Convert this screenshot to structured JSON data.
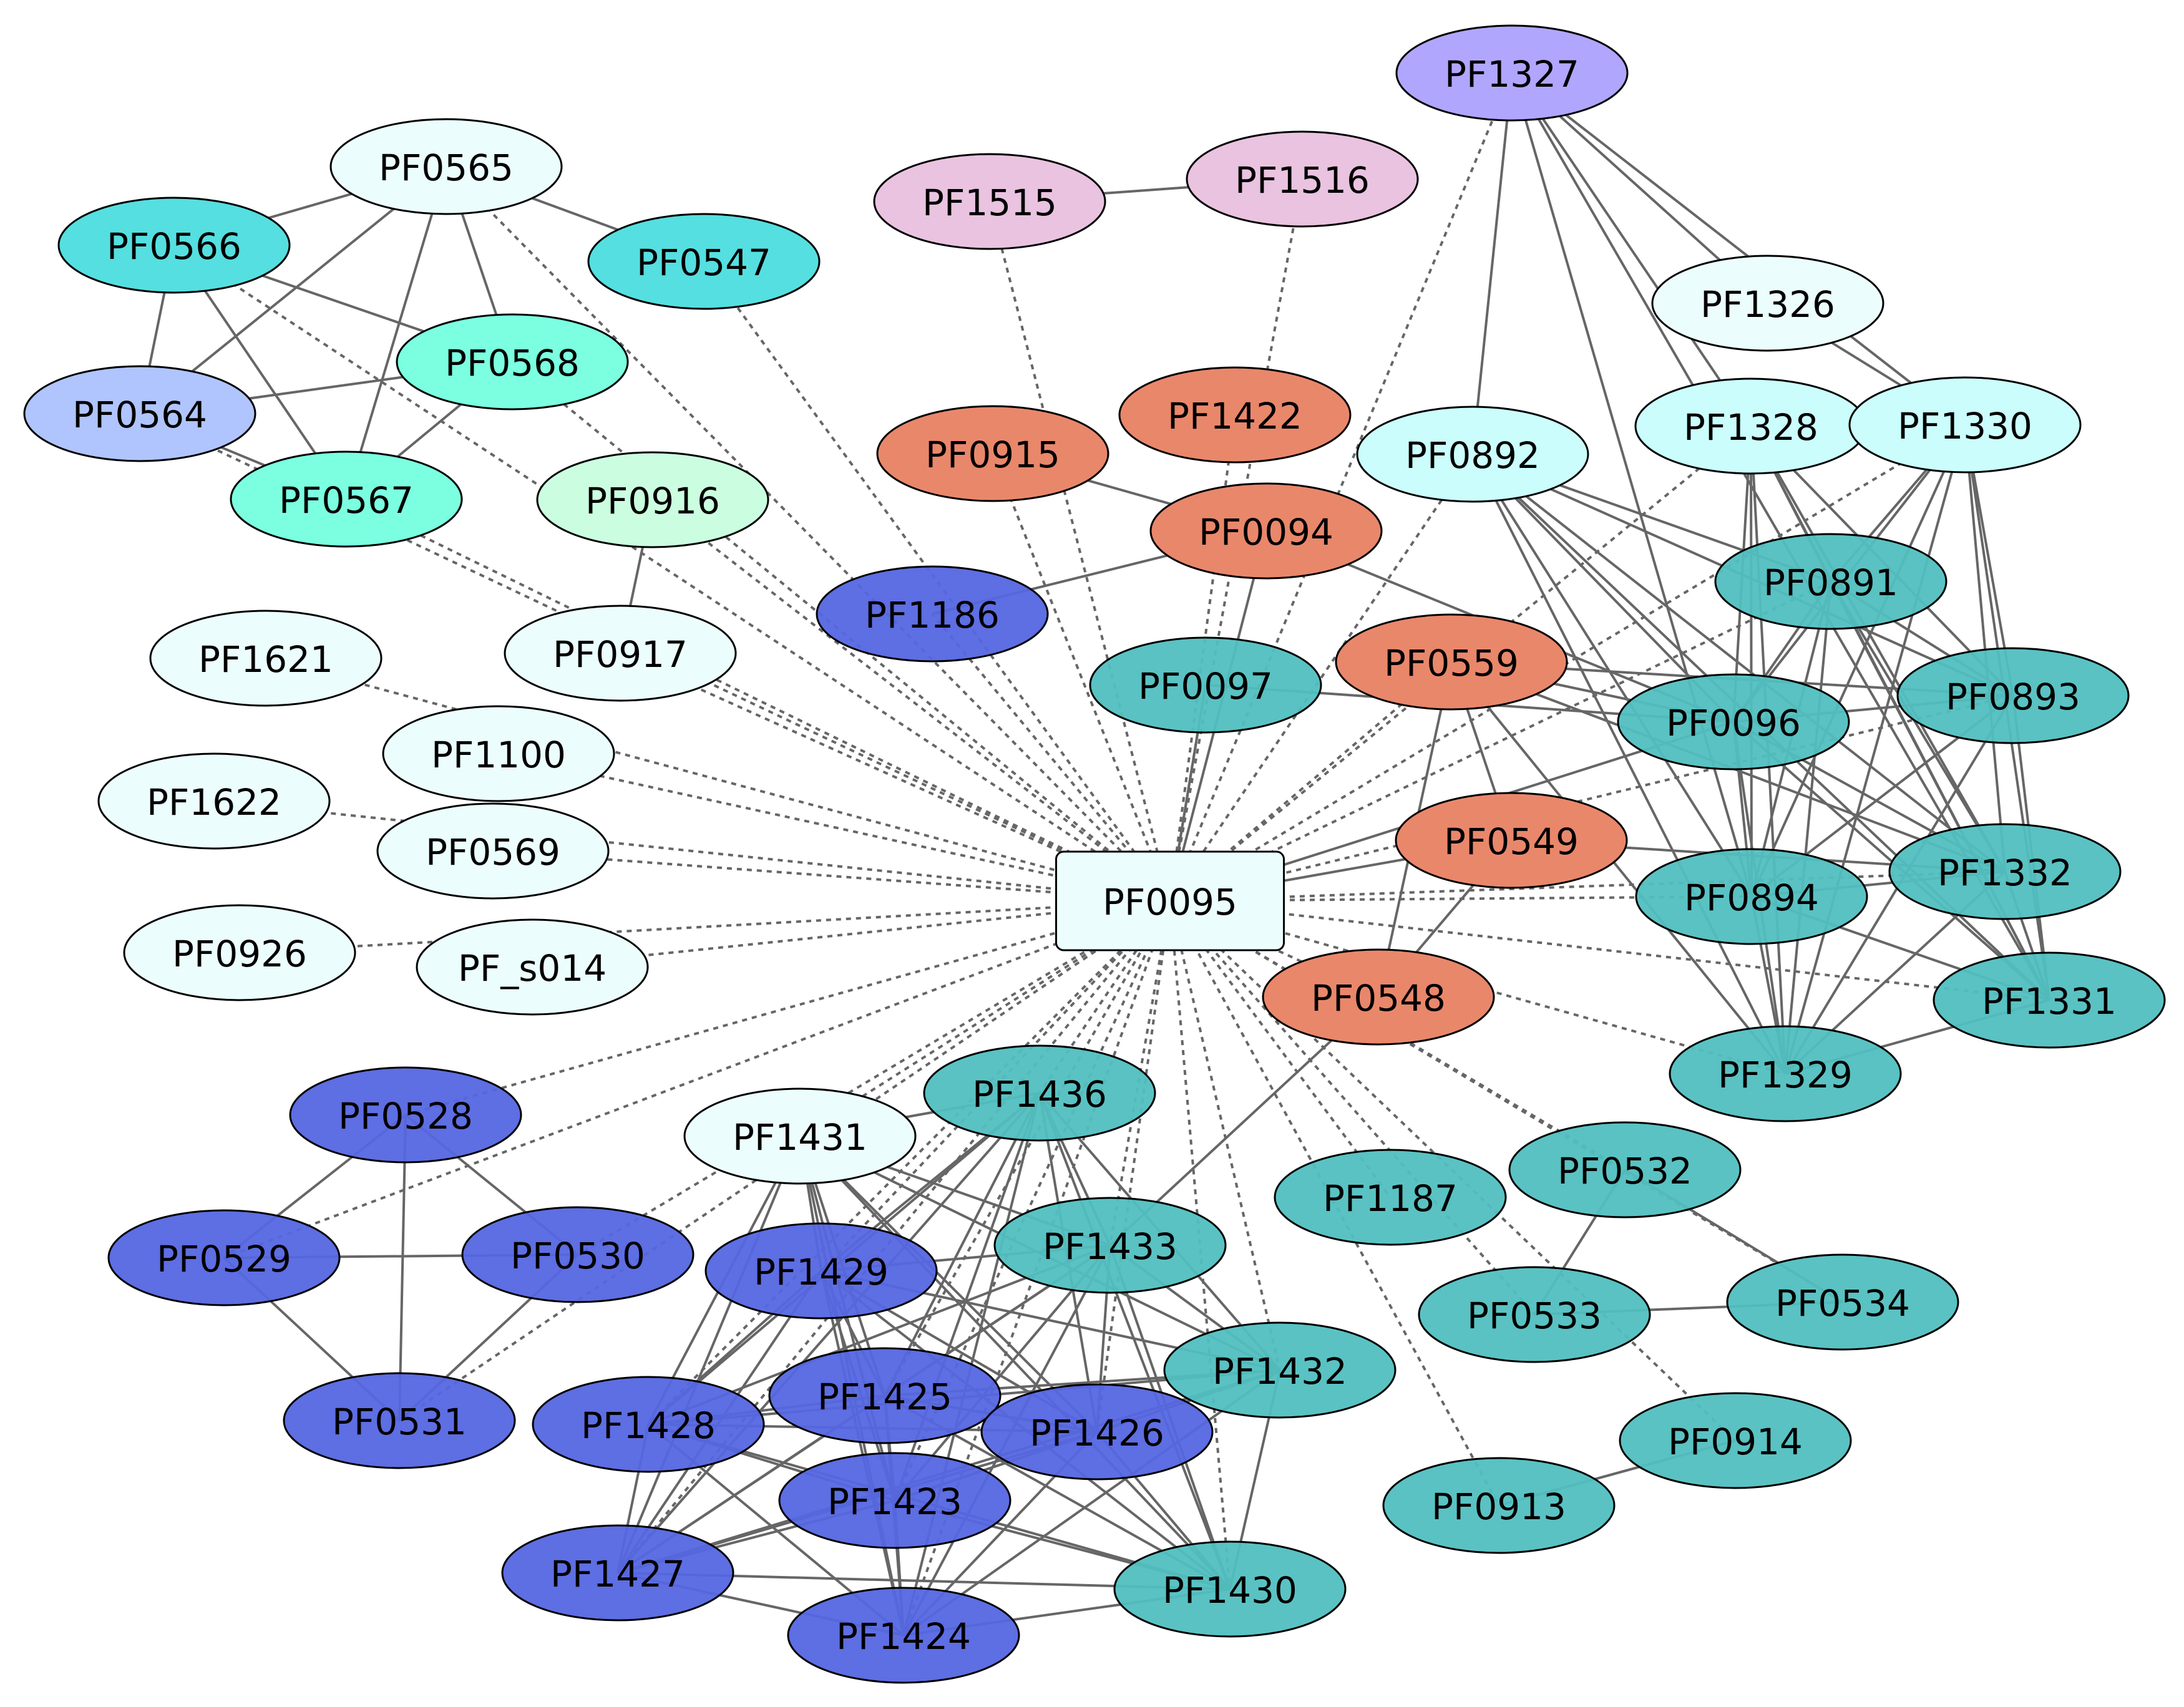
{
  "diagram": {
    "center_node": "PF0095",
    "nodes": [
      {
        "id": "PF0095",
        "shape": "box",
        "color": "#ecfdfd"
      },
      {
        "id": "PF0565",
        "color": "#ecfdfd"
      },
      {
        "id": "PF0566",
        "color": "#55dfe0"
      },
      {
        "id": "PF0547",
        "color": "#55dfe0"
      },
      {
        "id": "PF0568",
        "color": "#7bffe0"
      },
      {
        "id": "PF0564",
        "color": "#b0c4fe"
      },
      {
        "id": "PF0567",
        "color": "#7bffe0"
      },
      {
        "id": "PF0916",
        "color": "#cbfee0"
      },
      {
        "id": "PF0917",
        "color": "#ecfdfd"
      },
      {
        "id": "PF1621",
        "color": "#ecfdfd"
      },
      {
        "id": "PF1100",
        "color": "#ecfdfd"
      },
      {
        "id": "PF1622",
        "color": "#ecfdfd"
      },
      {
        "id": "PF0569",
        "color": "#ecfdfd"
      },
      {
        "id": "PF0926",
        "color": "#ecfdfd"
      },
      {
        "id": "PF_s014",
        "color": "#ecfdfd"
      },
      {
        "id": "PF1515",
        "color": "#e9c3e0"
      },
      {
        "id": "PF1516",
        "color": "#e9c3e0"
      },
      {
        "id": "PF1327",
        "color": "#b0a6fe"
      },
      {
        "id": "PF1326",
        "color": "#ecfdfd"
      },
      {
        "id": "PF1328",
        "color": "#cbfdfd"
      },
      {
        "id": "PF1330",
        "color": "#cbfdfd"
      },
      {
        "id": "PF0892",
        "color": "#cbfdfd"
      },
      {
        "id": "PF1422",
        "color": "#e9876b"
      },
      {
        "id": "PF0915",
        "color": "#e9876b"
      },
      {
        "id": "PF0094",
        "color": "#e9876b"
      },
      {
        "id": "PF1186",
        "color": "#5566e2"
      },
      {
        "id": "PF0097",
        "color": "#51bfc0"
      },
      {
        "id": "PF0559",
        "color": "#e9876b"
      },
      {
        "id": "PF0891",
        "color": "#51bfc0"
      },
      {
        "id": "PF0893",
        "color": "#51bfc0"
      },
      {
        "id": "PF0096",
        "color": "#51bfc0"
      },
      {
        "id": "PF0549",
        "color": "#e9876b"
      },
      {
        "id": "PF0894",
        "color": "#51bfc0"
      },
      {
        "id": "PF1332",
        "color": "#51bfc0"
      },
      {
        "id": "PF0548",
        "color": "#e9876b"
      },
      {
        "id": "PF1331",
        "color": "#51bfc0"
      },
      {
        "id": "PF1329",
        "color": "#51bfc0"
      },
      {
        "id": "PF0528",
        "color": "#5566e2"
      },
      {
        "id": "PF0529",
        "color": "#5566e2"
      },
      {
        "id": "PF0530",
        "color": "#5566e2"
      },
      {
        "id": "PF0531",
        "color": "#5566e2"
      },
      {
        "id": "PF1431",
        "color": "#ecfdfd"
      },
      {
        "id": "PF1436",
        "color": "#51bfc0"
      },
      {
        "id": "PF1433",
        "color": "#51bfc0"
      },
      {
        "id": "PF1429",
        "color": "#5566e2"
      },
      {
        "id": "PF1187",
        "color": "#51bfc0"
      },
      {
        "id": "PF0532",
        "color": "#51bfc0"
      },
      {
        "id": "PF0533",
        "color": "#51bfc0"
      },
      {
        "id": "PF0534",
        "color": "#51bfc0"
      },
      {
        "id": "PF1432",
        "color": "#51bfc0"
      },
      {
        "id": "PF1425",
        "color": "#5566e2"
      },
      {
        "id": "PF1428",
        "color": "#5566e2"
      },
      {
        "id": "PF1426",
        "color": "#5566e2"
      },
      {
        "id": "PF1423",
        "color": "#5566e2"
      },
      {
        "id": "PF0914",
        "color": "#51bfc0"
      },
      {
        "id": "PF0913",
        "color": "#51bfc0"
      },
      {
        "id": "PF1427",
        "color": "#5566e2"
      },
      {
        "id": "PF1430",
        "color": "#51bfc0"
      },
      {
        "id": "PF1424",
        "color": "#5566e2"
      }
    ],
    "solid_edges": [
      [
        "PF0565",
        "PF0566"
      ],
      [
        "PF0565",
        "PF0547"
      ],
      [
        "PF0565",
        "PF0568"
      ],
      [
        "PF0565",
        "PF0564"
      ],
      [
        "PF0565",
        "PF0567"
      ],
      [
        "PF0566",
        "PF0564"
      ],
      [
        "PF0566",
        "PF0568"
      ],
      [
        "PF0566",
        "PF0567"
      ],
      [
        "PF0564",
        "PF0568"
      ],
      [
        "PF0564",
        "PF0567"
      ],
      [
        "PF0568",
        "PF0567"
      ],
      [
        "PF0916",
        "PF0917"
      ],
      [
        "PF1515",
        "PF1516"
      ],
      [
        "PF0915",
        "PF0094"
      ],
      [
        "PF0094",
        "PF1186"
      ],
      [
        "PF0094",
        "PF0095"
      ],
      [
        "PF0094",
        "PF0096"
      ],
      [
        "PF0097",
        "PF0096"
      ],
      [
        "PF0097",
        "PF0095"
      ],
      [
        "PF0559",
        "PF0549"
      ],
      [
        "PF0559",
        "PF0548"
      ],
      [
        "PF0559",
        "PF0096"
      ],
      [
        "PF0559",
        "PF1332"
      ],
      [
        "PF0559",
        "PF1329"
      ],
      [
        "PF0559",
        "PF0893"
      ],
      [
        "PF0549",
        "PF0548"
      ],
      [
        "PF0549",
        "PF1332"
      ],
      [
        "PF0549",
        "PF0095"
      ],
      [
        "PF0548",
        "PF1433"
      ],
      [
        "PF0095",
        "PF0096"
      ],
      [
        "PF1327",
        "PF0892"
      ],
      [
        "PF1327",
        "PF1326"
      ],
      [
        "PF1327",
        "PF1328"
      ],
      [
        "PF1327",
        "PF1330"
      ],
      [
        "PF1327",
        "PF0894"
      ],
      [
        "PF1327",
        "PF1331"
      ],
      [
        "PF1326",
        "PF1330"
      ],
      [
        "PF1328",
        "PF0891"
      ],
      [
        "PF1328",
        "PF0096"
      ],
      [
        "PF1328",
        "PF1332"
      ],
      [
        "PF1328",
        "PF1331"
      ],
      [
        "PF1328",
        "PF1329"
      ],
      [
        "PF1328",
        "PF0893"
      ],
      [
        "PF1328",
        "PF0894"
      ],
      [
        "PF1330",
        "PF0891"
      ],
      [
        "PF1330",
        "PF0096"
      ],
      [
        "PF1330",
        "PF1332"
      ],
      [
        "PF1330",
        "PF1331"
      ],
      [
        "PF1330",
        "PF0894"
      ],
      [
        "PF1330",
        "PF1329"
      ],
      [
        "PF1330",
        "PF0893"
      ],
      [
        "PF0892",
        "PF0891"
      ],
      [
        "PF0892",
        "PF0096"
      ],
      [
        "PF0892",
        "PF0893"
      ],
      [
        "PF0892",
        "PF0894"
      ],
      [
        "PF0892",
        "PF1332"
      ],
      [
        "PF0892",
        "PF1331"
      ],
      [
        "PF0892",
        "PF1329"
      ],
      [
        "PF0891",
        "PF0893"
      ],
      [
        "PF0891",
        "PF0096"
      ],
      [
        "PF0891",
        "PF0894"
      ],
      [
        "PF0891",
        "PF1332"
      ],
      [
        "PF0891",
        "PF1331"
      ],
      [
        "PF0891",
        "PF1329"
      ],
      [
        "PF0893",
        "PF0096"
      ],
      [
        "PF0893",
        "PF0894"
      ],
      [
        "PF0893",
        "PF1331"
      ],
      [
        "PF0893",
        "PF1329"
      ],
      [
        "PF0096",
        "PF0894"
      ],
      [
        "PF0096",
        "PF1332"
      ],
      [
        "PF0096",
        "PF1331"
      ],
      [
        "PF0096",
        "PF1329"
      ],
      [
        "PF0894",
        "PF1332"
      ],
      [
        "PF0894",
        "PF1331"
      ],
      [
        "PF0894",
        "PF1329"
      ],
      [
        "PF1332",
        "PF1331"
      ],
      [
        "PF1332",
        "PF1329"
      ],
      [
        "PF1331",
        "PF1329"
      ],
      [
        "PF0528",
        "PF0529"
      ],
      [
        "PF0528",
        "PF0530"
      ],
      [
        "PF0528",
        "PF0531"
      ],
      [
        "PF0529",
        "PF0530"
      ],
      [
        "PF0529",
        "PF0531"
      ],
      [
        "PF0530",
        "PF0531"
      ],
      [
        "PF0532",
        "PF0533"
      ],
      [
        "PF0532",
        "PF0534"
      ],
      [
        "PF0533",
        "PF0534"
      ],
      [
        "PF0913",
        "PF0914"
      ],
      [
        "PF1431",
        "PF1436"
      ],
      [
        "PF1431",
        "PF1433"
      ],
      [
        "PF1431",
        "PF1429"
      ],
      [
        "PF1431",
        "PF1432"
      ],
      [
        "PF1431",
        "PF1425"
      ],
      [
        "PF1431",
        "PF1426"
      ],
      [
        "PF1431",
        "PF1423"
      ],
      [
        "PF1431",
        "PF1427"
      ],
      [
        "PF1431",
        "PF1430"
      ],
      [
        "PF1431",
        "PF1424"
      ],
      [
        "PF1431",
        "PF1428"
      ],
      [
        "PF1436",
        "PF1433"
      ],
      [
        "PF1436",
        "PF1429"
      ],
      [
        "PF1436",
        "PF1432"
      ],
      [
        "PF1436",
        "PF1425"
      ],
      [
        "PF1436",
        "PF1428"
      ],
      [
        "PF1436",
        "PF1426"
      ],
      [
        "PF1436",
        "PF1423"
      ],
      [
        "PF1436",
        "PF1427"
      ],
      [
        "PF1436",
        "PF1430"
      ],
      [
        "PF1436",
        "PF1424"
      ],
      [
        "PF1433",
        "PF1429"
      ],
      [
        "PF1433",
        "PF1432"
      ],
      [
        "PF1433",
        "PF1425"
      ],
      [
        "PF1433",
        "PF1428"
      ],
      [
        "PF1433",
        "PF1426"
      ],
      [
        "PF1433",
        "PF1423"
      ],
      [
        "PF1433",
        "PF1427"
      ],
      [
        "PF1433",
        "PF1430"
      ],
      [
        "PF1433",
        "PF1424"
      ],
      [
        "PF1429",
        "PF1432"
      ],
      [
        "PF1429",
        "PF1425"
      ],
      [
        "PF1429",
        "PF1428"
      ],
      [
        "PF1429",
        "PF1426"
      ],
      [
        "PF1429",
        "PF1423"
      ],
      [
        "PF1429",
        "PF1427"
      ],
      [
        "PF1429",
        "PF1430"
      ],
      [
        "PF1429",
        "PF1424"
      ],
      [
        "PF1432",
        "PF1425"
      ],
      [
        "PF1432",
        "PF1428"
      ],
      [
        "PF1432",
        "PF1426"
      ],
      [
        "PF1432",
        "PF1423"
      ],
      [
        "PF1432",
        "PF1427"
      ],
      [
        "PF1432",
        "PF1430"
      ],
      [
        "PF1432",
        "PF1424"
      ],
      [
        "PF1425",
        "PF1428"
      ],
      [
        "PF1425",
        "PF1426"
      ],
      [
        "PF1425",
        "PF1423"
      ],
      [
        "PF1425",
        "PF1427"
      ],
      [
        "PF1425",
        "PF1430"
      ],
      [
        "PF1425",
        "PF1424"
      ],
      [
        "PF1428",
        "PF1426"
      ],
      [
        "PF1428",
        "PF1423"
      ],
      [
        "PF1428",
        "PF1427"
      ],
      [
        "PF1428",
        "PF1430"
      ],
      [
        "PF1428",
        "PF1424"
      ],
      [
        "PF1426",
        "PF1423"
      ],
      [
        "PF1426",
        "PF1427"
      ],
      [
        "PF1426",
        "PF1430"
      ],
      [
        "PF1426",
        "PF1424"
      ],
      [
        "PF1423",
        "PF1427"
      ],
      [
        "PF1423",
        "PF1430"
      ],
      [
        "PF1423",
        "PF1424"
      ],
      [
        "PF1427",
        "PF1430"
      ],
      [
        "PF1427",
        "PF1424"
      ],
      [
        "PF1430",
        "PF1424"
      ]
    ],
    "dashed_hub_targets": [
      "PF0565",
      "PF0566",
      "PF0547",
      "PF0568",
      "PF0564",
      "PF0567",
      "PF0916",
      "PF0917",
      "PF1621",
      "PF1100",
      "PF1622",
      "PF0569",
      "PF0926",
      "PF_s014",
      "PF1515",
      "PF1516",
      "PF1327",
      "PF1422",
      "PF0915",
      "PF1186",
      "PF0559",
      "PF0892",
      "PF1328",
      "PF1330",
      "PF0891",
      "PF0893",
      "PF0894",
      "PF1332",
      "PF1331",
      "PF1329",
      "PF0548",
      "PF0528",
      "PF0529",
      "PF0530",
      "PF0531",
      "PF1431",
      "PF1436",
      "PF1433",
      "PF1429",
      "PF1187",
      "PF0532",
      "PF0533",
      "PF0534",
      "PF1432",
      "PF1425",
      "PF1428",
      "PF1426",
      "PF1423",
      "PF0914",
      "PF0913",
      "PF1427",
      "PF1430",
      "PF1424"
    ],
    "extra_dashed_edges": [
      [
        "PF0097",
        "PF0095"
      ]
    ]
  }
}
